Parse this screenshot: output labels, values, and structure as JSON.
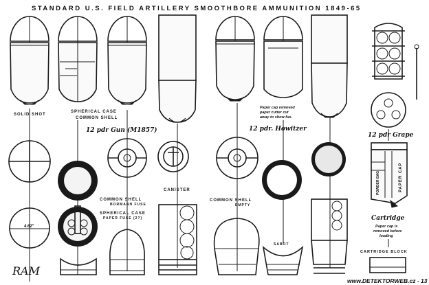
{
  "title": "STANDARD U.S. FIELD ARTILLERY SMOOTHBORE AMMUNITION 1849-65",
  "labels": {
    "solid_shot": "SOLID SHOT",
    "spherical_case_common_shell_1": "SPHERICAL CASE",
    "spherical_case_common_shell_2": "COMMON SHELL",
    "gun": "12 pdr Gun (M1857)",
    "diameter": "4.62\"",
    "common_shell_bormann_1": "COMMON SHELL",
    "common_shell_bormann_2": "BORMANN FUSE",
    "spherical_case_paper_1": "SPHERICAL CASE",
    "spherical_case_paper_2": "PAPER FUSE (2?)",
    "canister": "CANISTER",
    "common_shell_empty_1": "COMMON SHELL",
    "common_shell_empty_2": "EMPTY",
    "paper_cap_note_1": "Paper cap removed",
    "paper_cap_note_2": "paper cutter cut",
    "paper_cap_note_3": "away to show fus.",
    "howitzer": "12 pdr. Howitzer",
    "sabot": "SABOT",
    "grape": "12 pdr Grape",
    "powder_bag": "POWDER BAG",
    "paper_cap": "PAPER CAP",
    "cartridge": "Cartridge",
    "cartridge_note_1": "Paper cap is",
    "cartridge_note_2": "removed before",
    "cartridge_note_3": "loading",
    "cartridge_block": "CARTRIDGE BLOCK"
  },
  "signature": "RAM",
  "watermark": "www.DETEKTORWEB.cz - 13"
}
